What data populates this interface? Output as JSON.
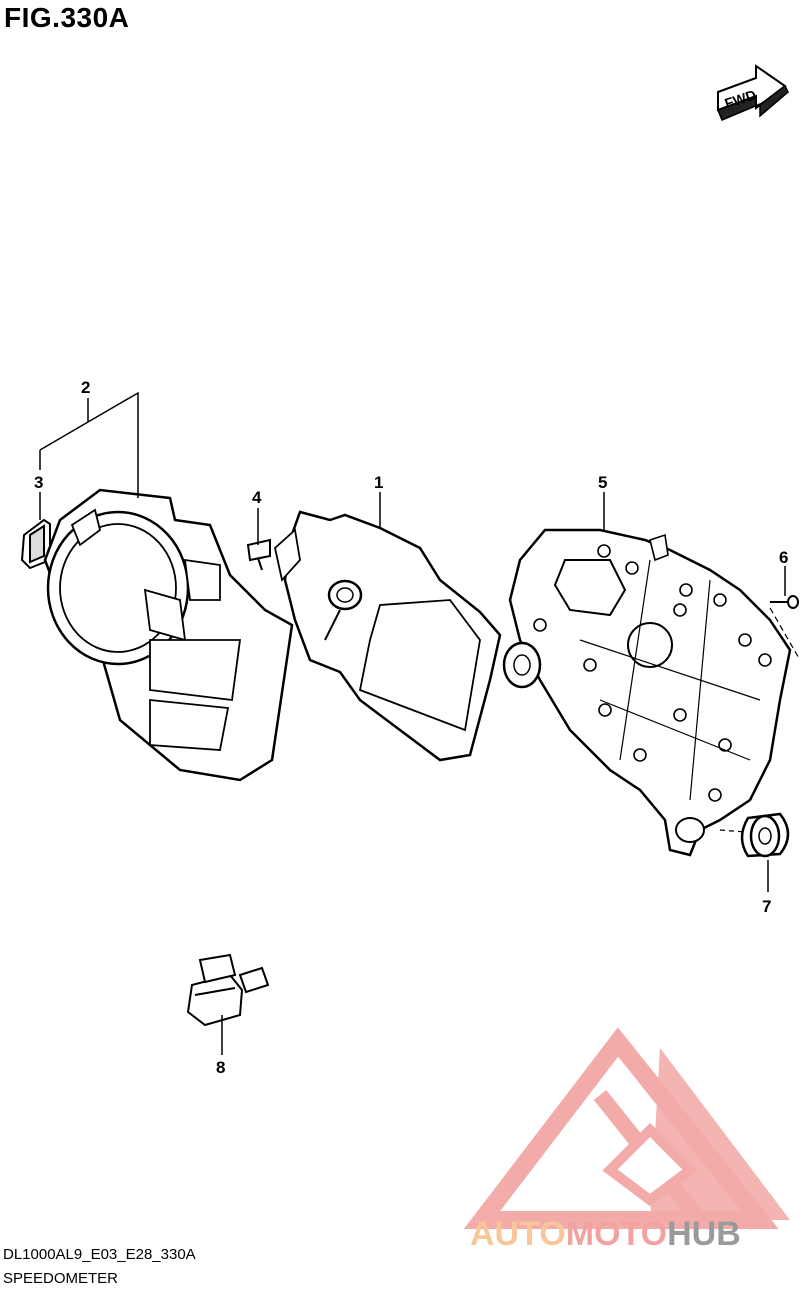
{
  "figure": {
    "title": "FIG.330A"
  },
  "fwd_label": "FWD",
  "callouts": [
    "1",
    "2",
    "3",
    "4",
    "5",
    "6",
    "7",
    "8"
  ],
  "footer": {
    "code": "DL1000AL9_E03_E28_330A",
    "name": "SPEEDOMETER"
  },
  "watermark": {
    "part1": "AUTO",
    "part2": "MOTO",
    "part3": "HUB",
    "colors": {
      "auto": "#f7c79a",
      "moto": "#f2a3a0",
      "hub": "#9a9a9a",
      "logo": "#f2a3a0"
    }
  }
}
